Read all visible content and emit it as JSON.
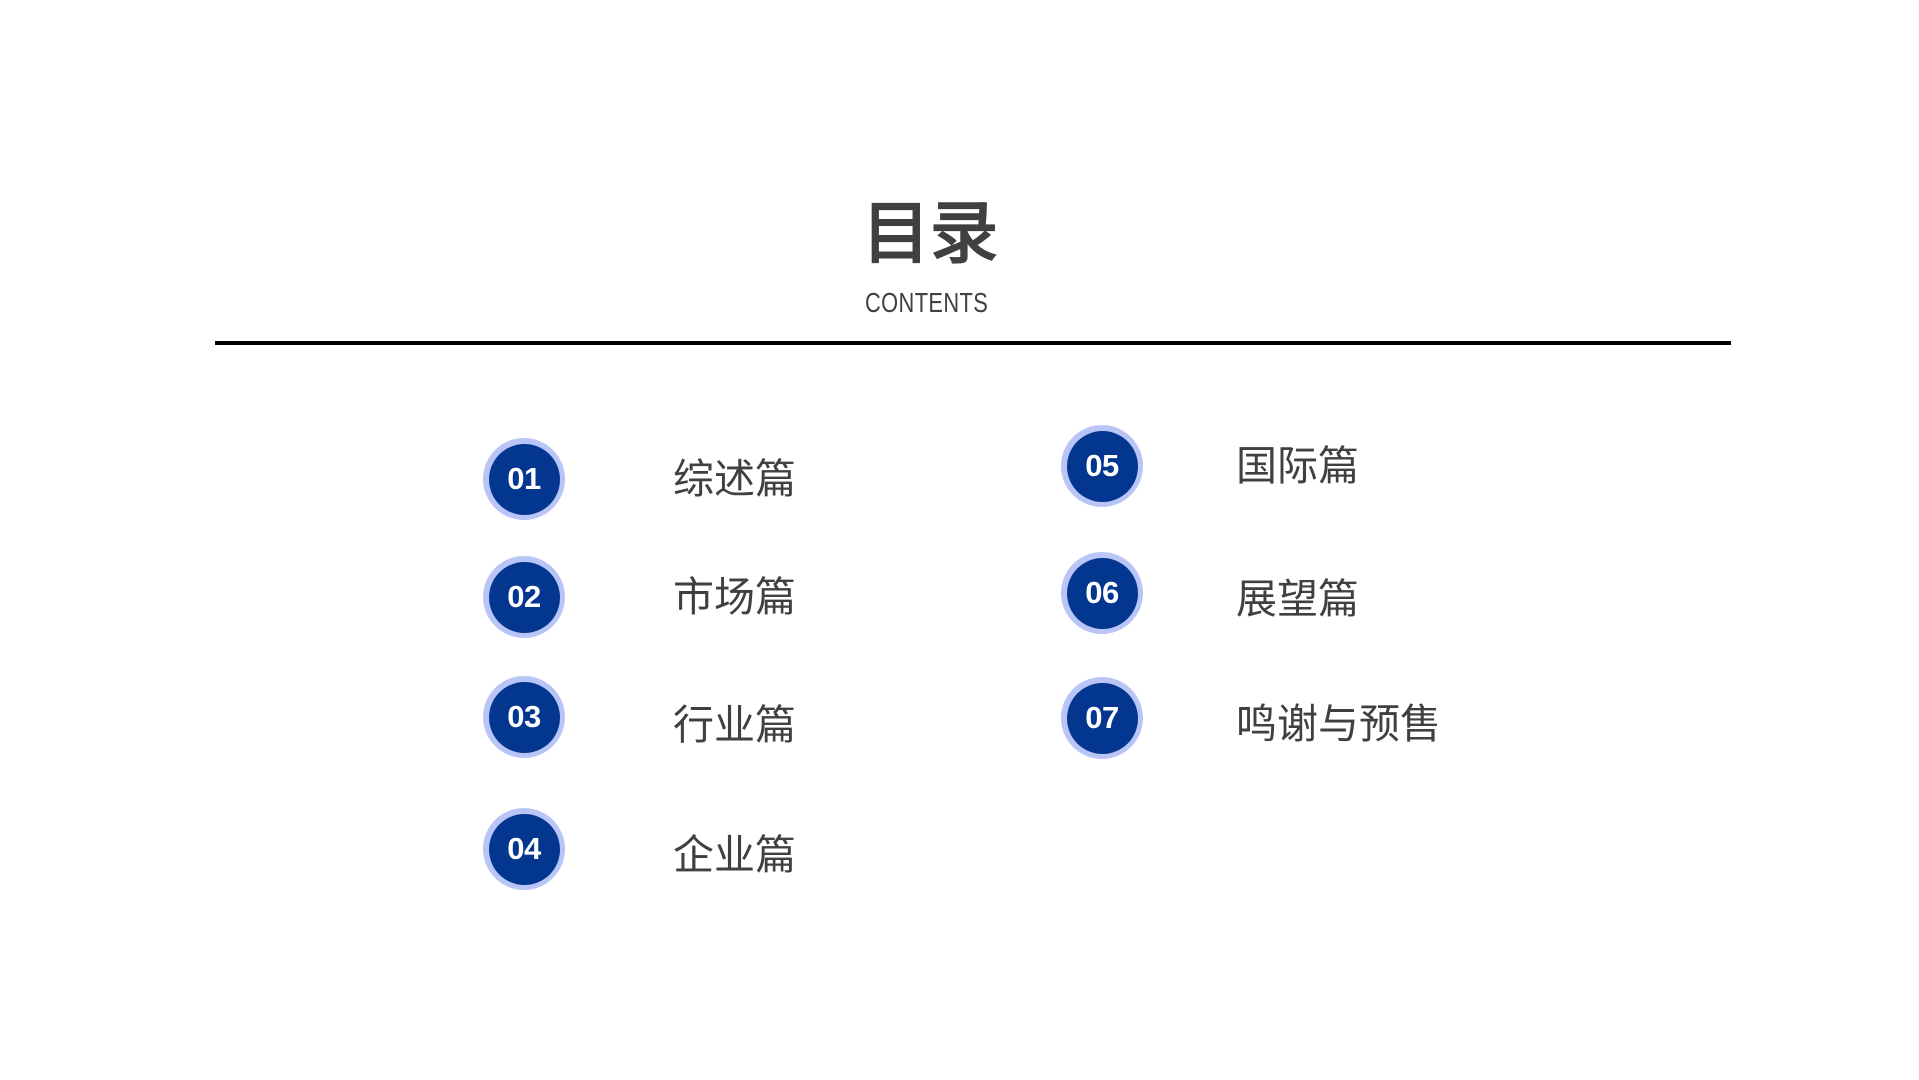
{
  "header": {
    "title": "目录",
    "subtitle": "CONTENTS"
  },
  "colors": {
    "badge_ring": "#b9c5f6",
    "badge_fill": "#02368f",
    "text": "#404040",
    "rule": "#000000"
  },
  "toc": {
    "items": [
      {
        "number": "01",
        "label": "综述篇"
      },
      {
        "number": "02",
        "label": "市场篇"
      },
      {
        "number": "03",
        "label": "行业篇"
      },
      {
        "number": "04",
        "label": "企业篇"
      },
      {
        "number": "05",
        "label": "国际篇"
      },
      {
        "number": "06",
        "label": "展望篇"
      },
      {
        "number": "07",
        "label": "鸣谢与预售"
      }
    ]
  }
}
